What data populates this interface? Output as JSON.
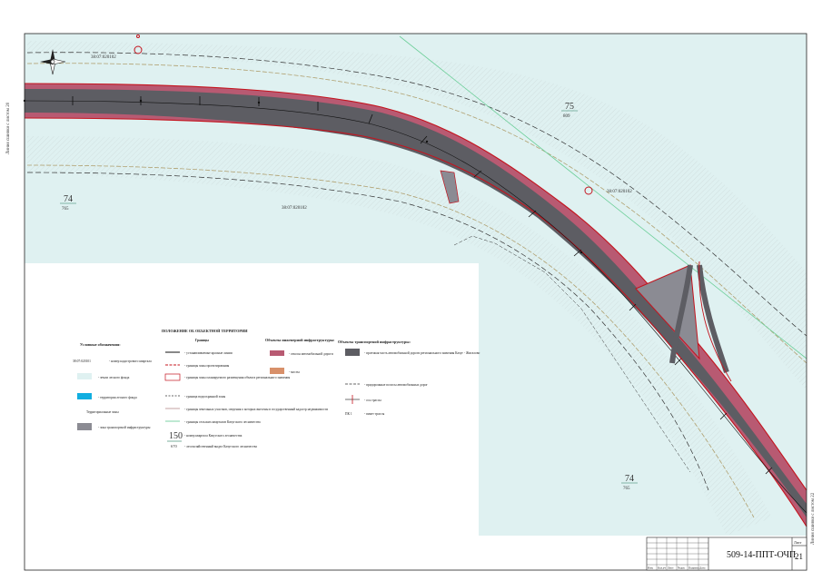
{
  "map": {
    "side_note_left": "Линия сшивки с листом 20",
    "side_note_right": "Линия сшивки с листом 22",
    "cadastral_blocks": [
      "38:07:020102",
      "38:07:020102",
      "38:07:020102"
    ],
    "zone_labels": [
      {
        "num": "74",
        "sub": "765"
      },
      {
        "num": "75",
        "sub": "809"
      },
      {
        "num": "74",
        "sub": "765"
      }
    ]
  },
  "legend": {
    "title": "Условные обозначения:",
    "cadastral_sample": "38:07:020101",
    "items": [
      {
        "text": "- номер кадастрового квартала"
      },
      {
        "text": "- земли лесного фонда"
      },
      {
        "text": "- территория лесного фонда"
      },
      {
        "text": "Территориальные зоны"
      },
      {
        "text": "- зона транспортной инфраструктуры"
      }
    ],
    "col2_title": "ПОЛОЖЕНИЕ ОБ ОБЪЕКТНОЙ ТЕРРИТОРИИ",
    "col2_sub": "Границы",
    "col2_items": [
      "- устанавливаемые красные линии",
      "- границы зоны проектирования",
      "- границы зоны планируемого размещения объекта регионального значения",
      "- граница водоохранной зоны",
      "- границы земельных участков, сведения о которых внесены в государственный кадастр недвижимости",
      "- границы сельских кварталов Качугского лесничества",
      "- номер квартала Качугского лесничества",
      "- лесохозяйственный выдел Качугского лесничества"
    ],
    "zone_sample_num": "150",
    "zone_sample_sub": "670",
    "col3_title": "Объекты инженерной инфраструктуры:",
    "col3_items": [
      "- откосы автомобильной дороги",
      "- мосты"
    ],
    "col4_title": "Объекты транспортной инфраструктуры:",
    "col4_items": [
      "- проезжая часть автомобильной дороги регионального значения Качуг - Жигалово",
      "- придорожные полосы автомобильных дорог",
      "- ось трассы",
      "- пикет трассы"
    ],
    "picket_sample": "ПК 1"
  },
  "stamp": {
    "sheet_label": "Лист",
    "sheet_number": "21",
    "code": "509-14-ППТ-ОЧП",
    "columns": [
      "Изм.",
      "Кол.уч",
      "Лист",
      "№док",
      "Подпись",
      "Дата"
    ]
  },
  "colors": {
    "road": "#5d5d63",
    "red_line": "#c4141e",
    "red_fill": "#b85a72",
    "forest": "#dff1f1",
    "forest_accent": "#11aee0",
    "transport_zone": "#8b8b93",
    "zone_green": "#227a5c",
    "diagonal": "#6ecf9a",
    "slope_tan": "#b0a070"
  }
}
